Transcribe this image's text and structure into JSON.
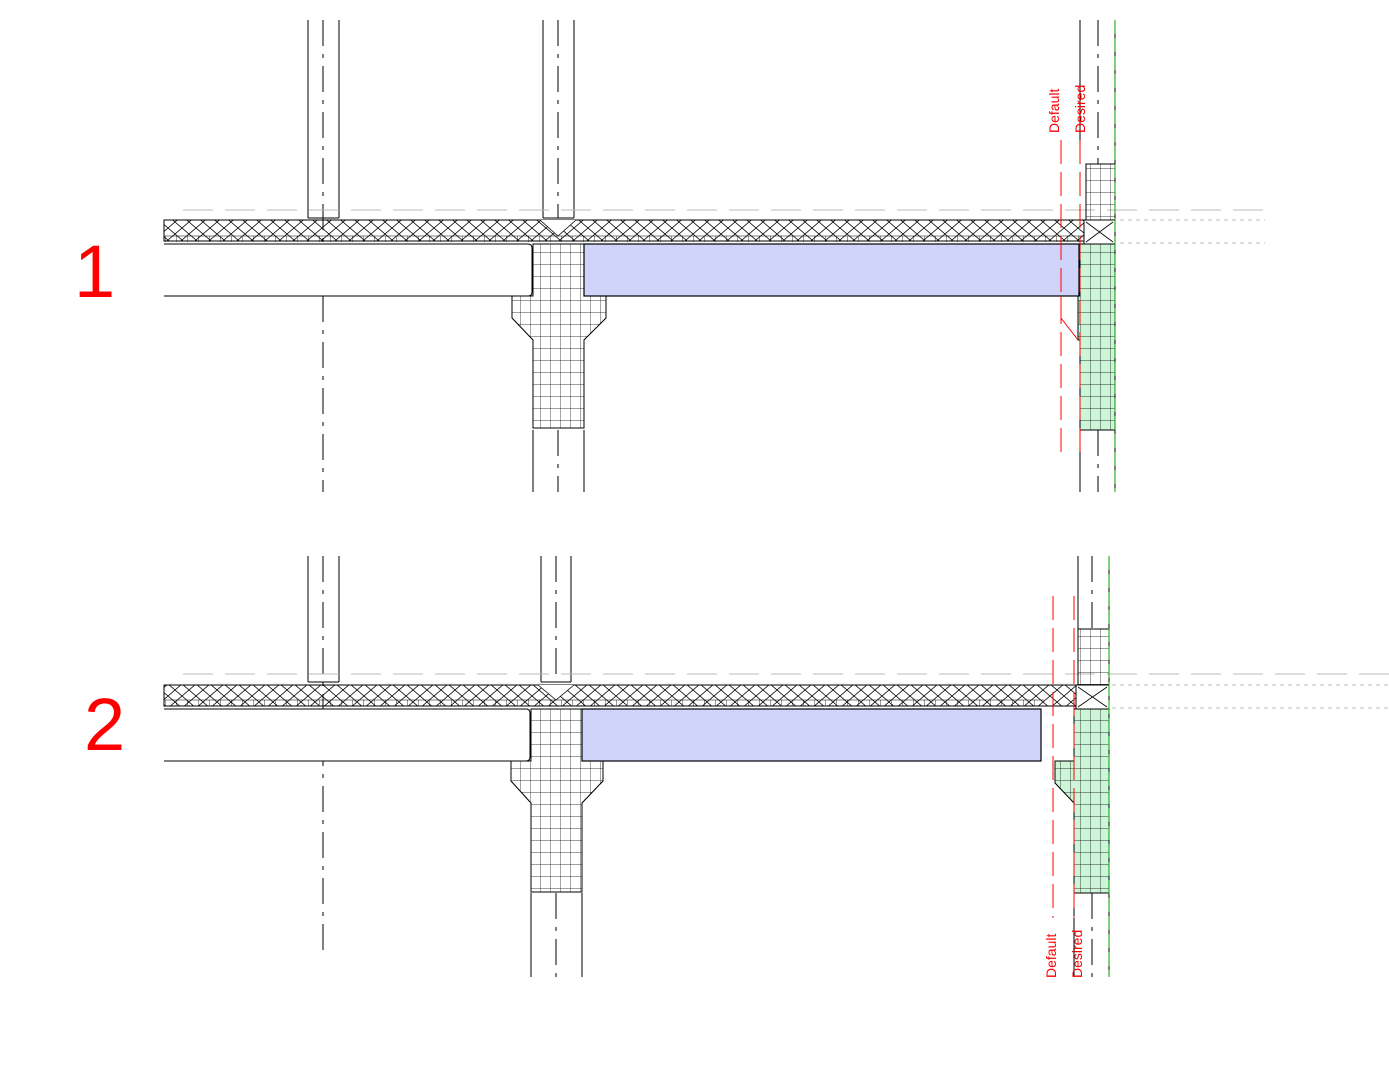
{
  "details": [
    {
      "number": "1",
      "labels": {
        "default": "Default",
        "desired": "Desired"
      },
      "colors": {
        "beam_fill": "#d0d4fa",
        "column_fill": "#cdf5d8",
        "guide": "#ff0000",
        "axis_green": "#00a000"
      }
    },
    {
      "number": "2",
      "labels": {
        "default": "Default",
        "desired": "Desired"
      },
      "colors": {
        "beam_fill": "#d0d4fa",
        "column_fill": "#cdf5d8",
        "guide": "#ff0000",
        "axis_green": "#00a000"
      }
    }
  ]
}
